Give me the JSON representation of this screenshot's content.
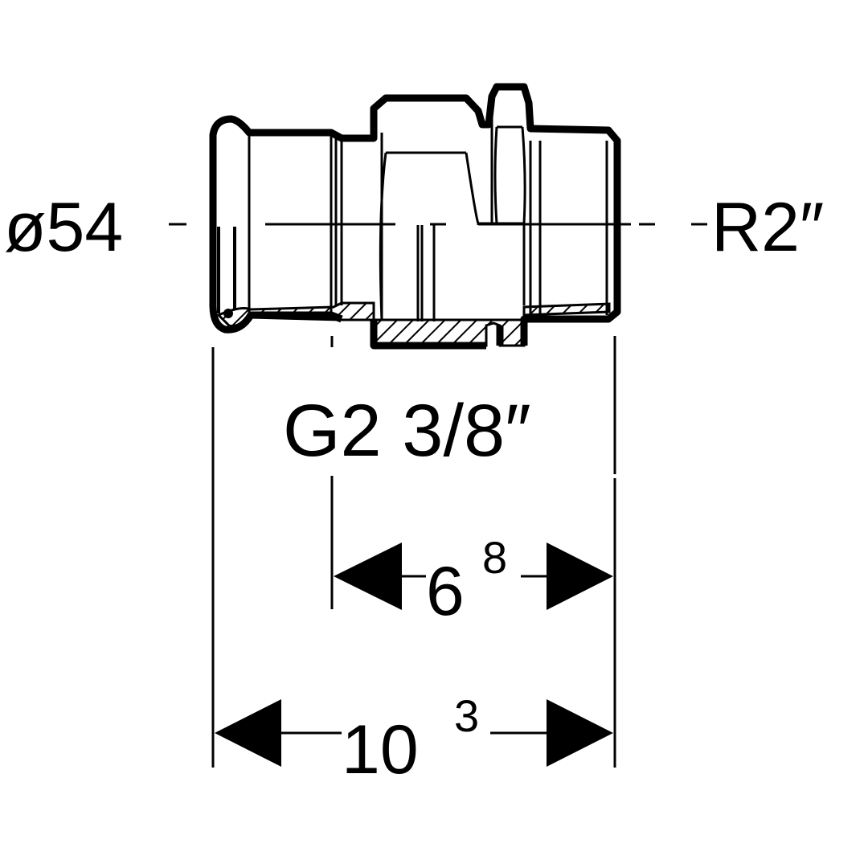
{
  "labels": {
    "left_diameter": "ø54",
    "right_thread": "R2″",
    "union_thread": "G2 3/8″",
    "inner_length_main": "6",
    "inner_length_sup": "8",
    "total_length_main": "10",
    "total_length_sup": "3"
  },
  "colors": {
    "line": "#000000",
    "background": "#ffffff"
  }
}
